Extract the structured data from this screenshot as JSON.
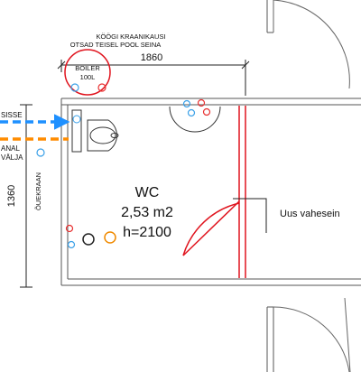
{
  "labels": {
    "kitchen_note_line1": "KÖÖGI KRAANIKAUSI",
    "kitchen_note_line2": "OTSAD TEISEL POOL SEINA",
    "boiler_name": "BOILER",
    "boiler_volume": "100L",
    "dimension_width": "1860",
    "dimension_height": "1360",
    "pipe_in_label": "SISSE",
    "pipe_drain_label_line1": "ANAL",
    "pipe_drain_label_line2": "VÄLJA",
    "floor_tap_label": "ÕUEKRAAN",
    "room_name": "WC",
    "room_area": "2,53 m2",
    "room_height": "h=2100",
    "new_partition_label": "Uus vahesein"
  },
  "colors": {
    "wall": "#555555",
    "cold_water": "#1e90ff",
    "drain": "#ff8c00",
    "new_wall": "#e0141e",
    "hot_water_marker": "#e83030",
    "cold_water_marker": "#3aa0e8",
    "drain_marker": "#f08a00",
    "dimension": "#222222",
    "door": "#666666"
  }
}
